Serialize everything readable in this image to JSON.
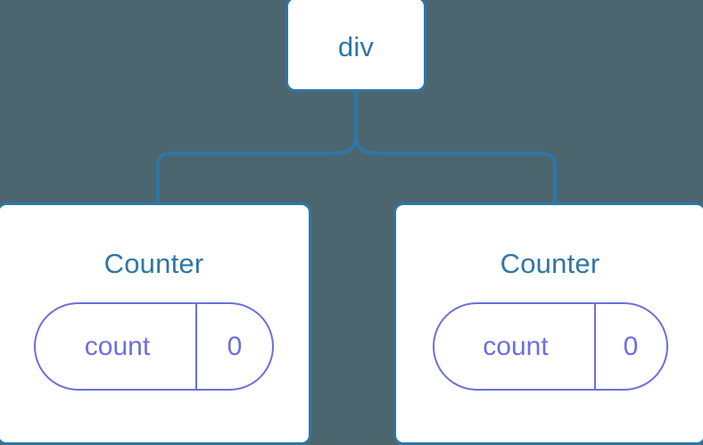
{
  "diagram": {
    "type": "component-tree",
    "background_color": "#4c6670",
    "node_border_color": "#2e77a6",
    "node_fill_color": "#ffffff",
    "title_color": "#2e77a6",
    "state_color": "#6b70db",
    "root": {
      "label": "div"
    },
    "children": [
      {
        "title": "Counter",
        "state": {
          "key": "count",
          "value": "0"
        }
      },
      {
        "title": "Counter",
        "state": {
          "key": "count",
          "value": "0"
        }
      }
    ]
  }
}
